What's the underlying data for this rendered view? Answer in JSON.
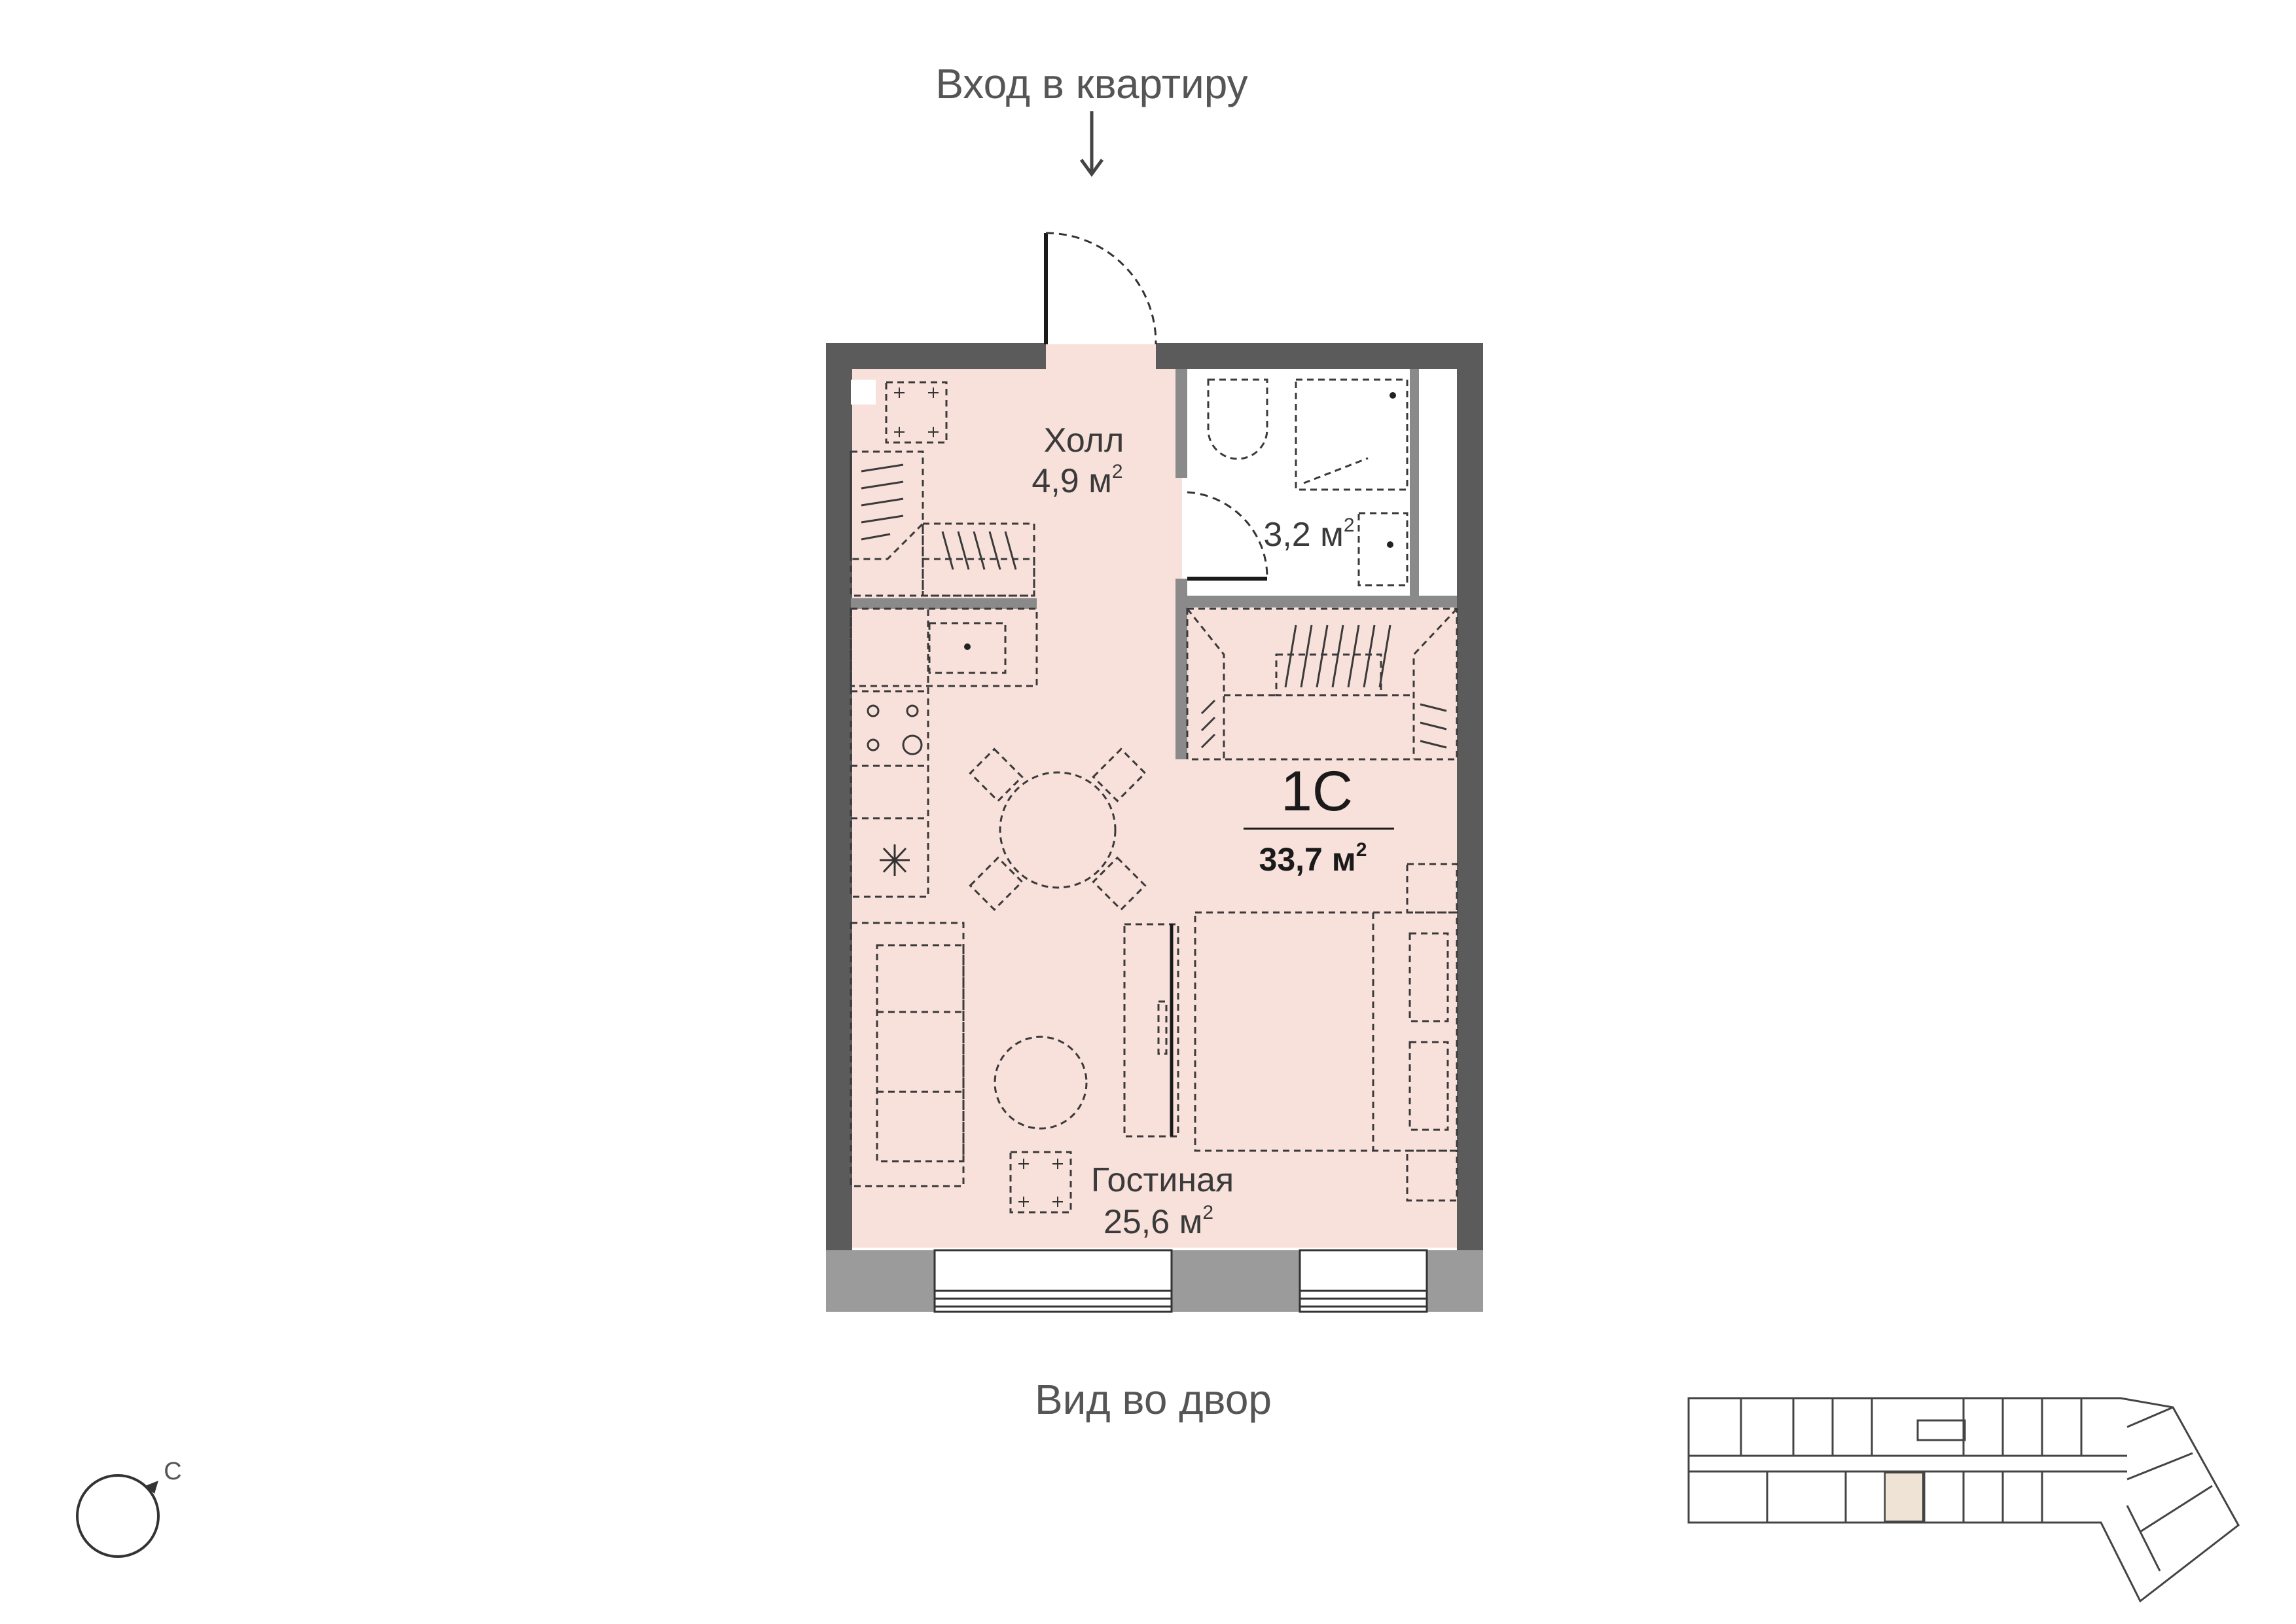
{
  "entrance": {
    "label": "Вход в квартиру"
  },
  "view": {
    "label": "Вид во двор"
  },
  "compass": {
    "label": "С"
  },
  "apartment": {
    "type": "1С",
    "area_value": "33,7 м",
    "area_sup": "2"
  },
  "rooms": {
    "hall": {
      "name": "Холл",
      "area_value": "4,9 м",
      "area_sup": "2"
    },
    "bath": {
      "area_value": "3,2 м",
      "area_sup": "2"
    },
    "living": {
      "name": "Гостиная",
      "area_value": "25,6 м",
      "area_sup": "2"
    }
  },
  "colors": {
    "floor": "#f8e0db",
    "wall": "#5b5b5b",
    "window_wall": "#9b9b9b",
    "partition": "#8a8a8a",
    "furniture": "#3a3a3a",
    "text": "#555555",
    "text_dark": "#1a1a1a",
    "highlight": "#efe3d5"
  }
}
